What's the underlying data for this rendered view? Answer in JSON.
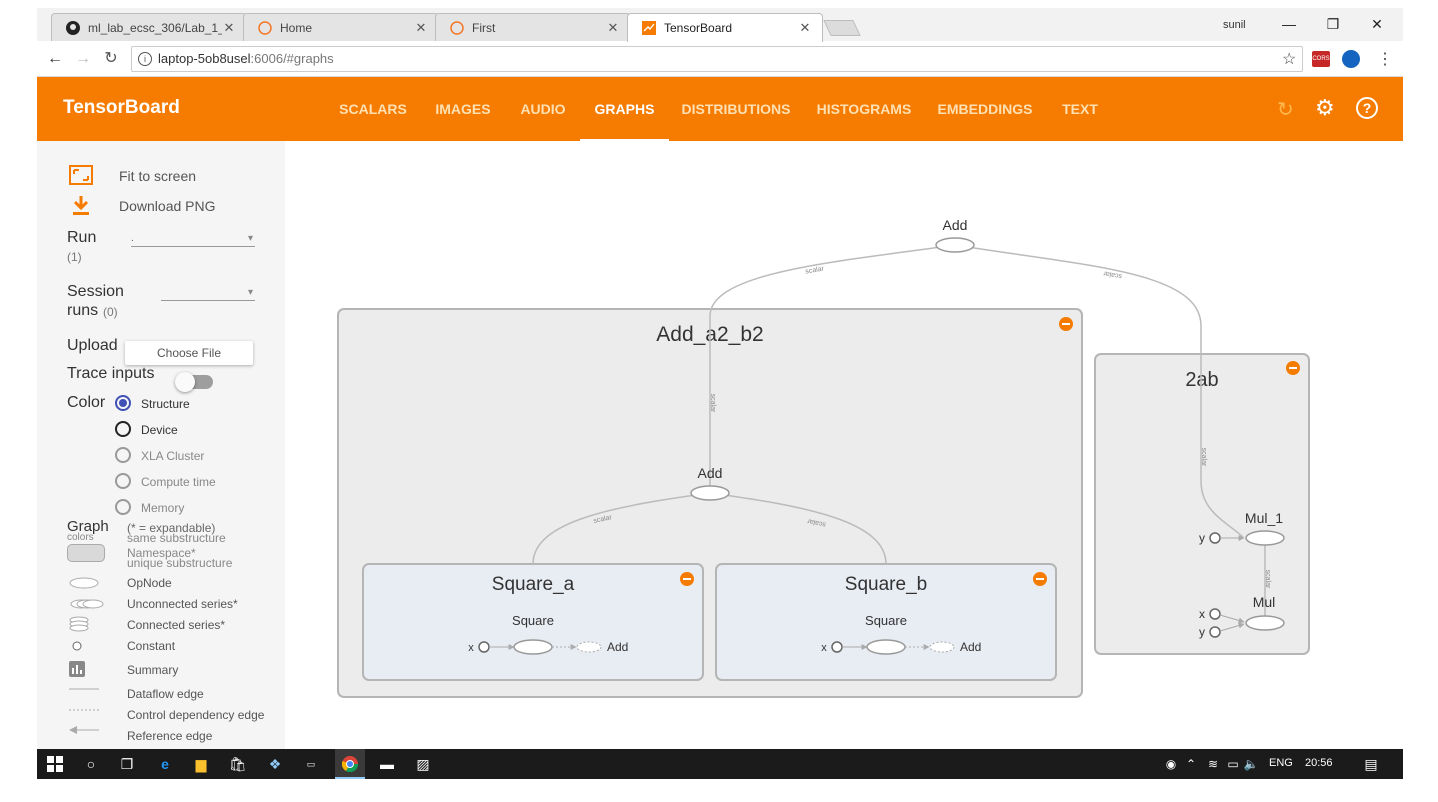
{
  "browser": {
    "tabs": [
      {
        "title": "ml_lab_ecsc_306/Lab_1_A",
        "icon": "github-icon",
        "active": false
      },
      {
        "title": "Home",
        "icon": "jupyter-icon",
        "active": false
      },
      {
        "title": "First",
        "icon": "jupyter-icon",
        "active": false
      },
      {
        "title": "TensorBoard",
        "icon": "tensorboard-icon",
        "active": true
      }
    ],
    "profile": "sunil",
    "url_host": "laptop-5ob8usel",
    "url_rest": ":6006/#graphs",
    "ext1_label": "CORS"
  },
  "header": {
    "title": "TensorBoard",
    "tabs": [
      "SCALARS",
      "IMAGES",
      "AUDIO",
      "GRAPHS",
      "DISTRIBUTIONS",
      "HISTOGRAMS",
      "EMBEDDINGS",
      "TEXT"
    ],
    "active_tab": "GRAPHS"
  },
  "sidebar": {
    "fit_label": "Fit to screen",
    "download_label": "Download PNG",
    "run_label": "Run",
    "run_count": "(1)",
    "run_value": ".",
    "session_label_1": "Session",
    "session_label_2": "runs",
    "session_count": "(0)",
    "upload_label": "Upload",
    "choose_file": "Choose File",
    "trace_label": "Trace inputs",
    "color_label": "Color",
    "color_options": [
      "Structure",
      "Device",
      "XLA Cluster",
      "Compute time",
      "Memory"
    ],
    "color_selected": "Structure",
    "graph_label": "Graph",
    "expandable_note": "(* = expandable)",
    "legend_colors": "colors",
    "legend_same": "same substructure",
    "legend_unique": "unique substructure",
    "legend_namespace": "Namespace*",
    "legend_items": [
      "OpNode",
      "Unconnected series*",
      "Connected series*",
      "Constant",
      "Summary",
      "Dataflow edge",
      "Control dependency edge",
      "Reference edge"
    ]
  },
  "graph": {
    "top_add": "Add",
    "group_main": "Add_a2_b2",
    "inner_add": "Add",
    "square_a": "Square_a",
    "square_b": "Square_b",
    "square_op": "Square",
    "square_out": "Add",
    "input_x": "x",
    "input_y": "y",
    "group_2ab": "2ab",
    "mul_1": "Mul_1",
    "mul": "Mul",
    "edge_label": "scalar"
  },
  "taskbar": {
    "lang": "ENG",
    "time": "20:56"
  }
}
